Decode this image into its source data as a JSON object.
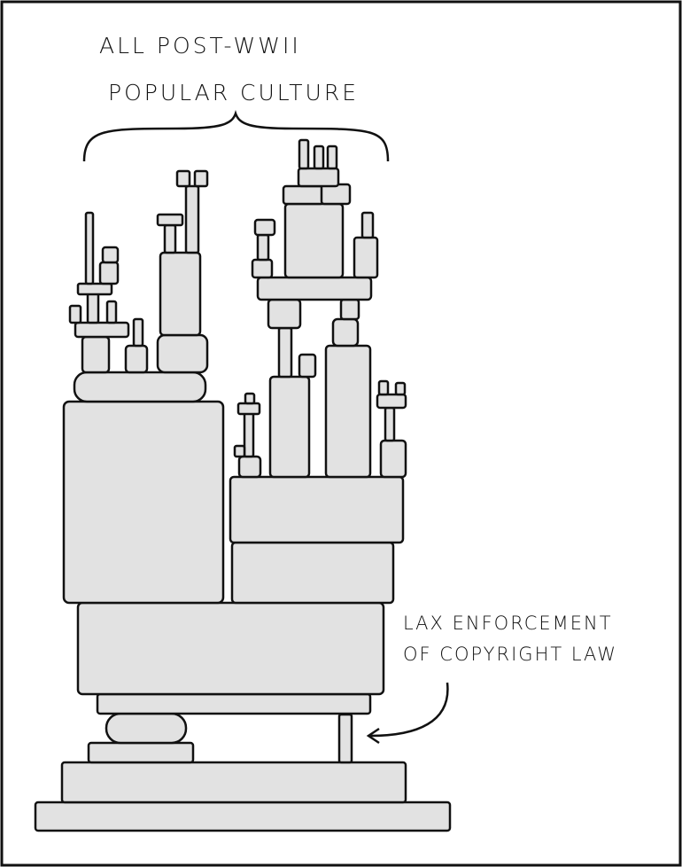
{
  "caption_top": {
    "line1": "ALL POST-WWII",
    "line2": "POPULAR CULTURE"
  },
  "caption_side": {
    "line1": "LAX ENFORCEMENT",
    "line2": "OF COPYRIGHT LAW"
  },
  "colors": {
    "block_fill": "#e2e2e2",
    "ink": "#111111"
  }
}
